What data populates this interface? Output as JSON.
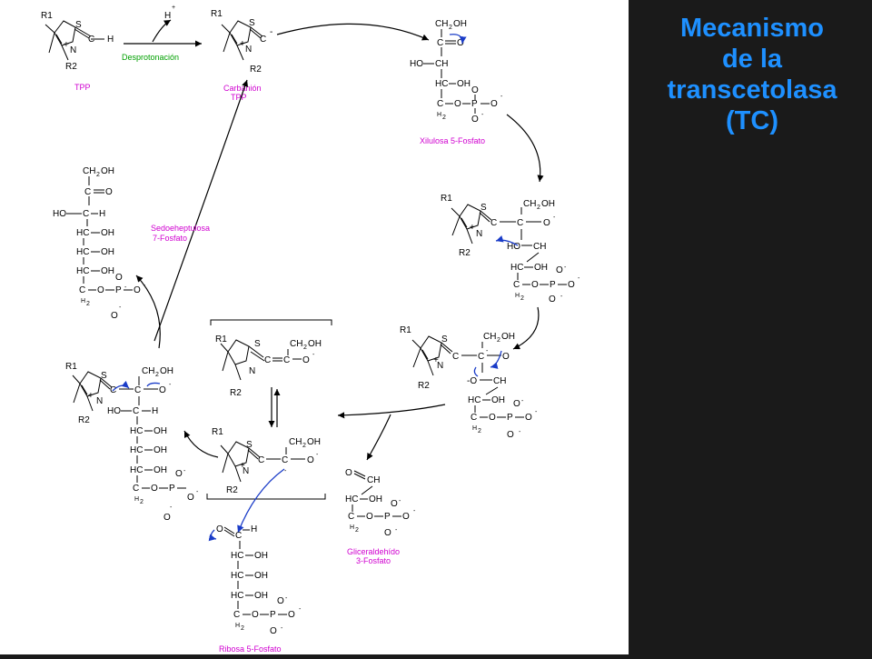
{
  "title": {
    "line1": "Mecanismo",
    "line2": "de la",
    "line3": "transcetolasa",
    "line4": "(TC)"
  },
  "colors": {
    "title": "#1e90ff",
    "magenta": "#d000d0",
    "green": "#00a000",
    "blue": "#1a3cc8",
    "background": "#1a1a1a",
    "panel": "#ffffff"
  },
  "captions": {
    "tpp": "TPP",
    "deprot": "Desprotonación",
    "carbanion1": "Carbanión",
    "carbanion2": "TPP",
    "xilulosa": "Xilulosa 5-Fosfato",
    "sedo1": "Sedoeheptulosa",
    "sedo2": "7-Fosfato",
    "glicer1": "Gliceraldehído",
    "glicer2": "3-Fosfato",
    "ribosa": "Ribosa 5-Fosfato"
  },
  "labels": {
    "r1": "R1",
    "r2": "R2",
    "s": "S",
    "n": "N",
    "c": "C",
    "h": "H",
    "hplus": "H",
    "plus": "+",
    "minus": "-",
    "o": "O",
    "p": "P",
    "ch2oh": "CH",
    "oh": "OH",
    "ho": "HO",
    "hc": "HC",
    "h2": "H",
    "ch": "CH",
    "mo": "-O",
    "two": "2"
  }
}
